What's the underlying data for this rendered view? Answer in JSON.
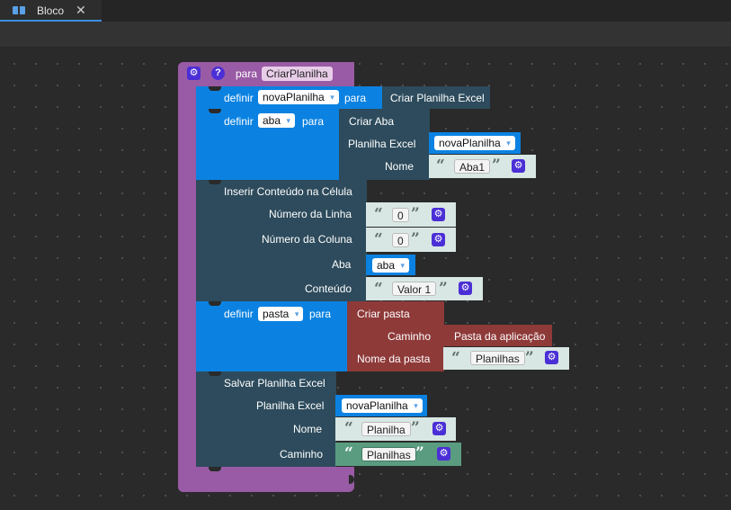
{
  "tab": {
    "title": "Bloco",
    "close": "✕"
  },
  "proc": {
    "keyword": "para",
    "name": "CriarPlanilha"
  },
  "set1": {
    "keyword": "definir",
    "var": "novaPlanilha",
    "to": "para",
    "value": "Criar Planilha Excel"
  },
  "set2": {
    "keyword": "definir",
    "var": "aba",
    "to": "para",
    "title": "Criar Aba",
    "label_excel": "Planilha Excel",
    "excel_var": "novaPlanilha",
    "label_name": "Nome",
    "name_value": "Aba1"
  },
  "insert": {
    "title": "Inserir Conteúdo na Célula",
    "label_row": "Número da Linha",
    "row_value": "0",
    "label_col": "Número da Coluna",
    "col_value": "0",
    "label_sheet": "Aba",
    "sheet_var": "aba",
    "label_content": "Conteúdo",
    "content_value": "Valor 1"
  },
  "set3": {
    "keyword": "definir",
    "var": "pasta",
    "to": "para",
    "title": "Criar pasta",
    "label_path": "Caminho",
    "path_value": "Pasta da aplicação",
    "label_folder": "Nome da pasta",
    "folder_value": "Planilhas"
  },
  "save": {
    "title": "Salvar Planilha Excel",
    "label_excel": "Planilha Excel",
    "excel_var": "novaPlanilha",
    "label_name": "Nome",
    "name_value": "Planilha",
    "label_path": "Caminho",
    "path_value": "Planilhas"
  },
  "glyphs": {
    "open_quote": "“",
    "close_quote": "”",
    "gear": "⚙",
    "help": "?"
  },
  "icons": [
    "file-tab-icon",
    "close-icon",
    "gear-icon",
    "help-icon"
  ],
  "colors": {
    "procedure": "#995ba5",
    "variable": "#0b82e1",
    "excel": "#2d4b5c",
    "folder": "#8e3a39",
    "text": "#d8e7e4",
    "text_path": "#5a9c80",
    "gear": "#4b2fd6",
    "tab_accent": "#3c8dde"
  }
}
